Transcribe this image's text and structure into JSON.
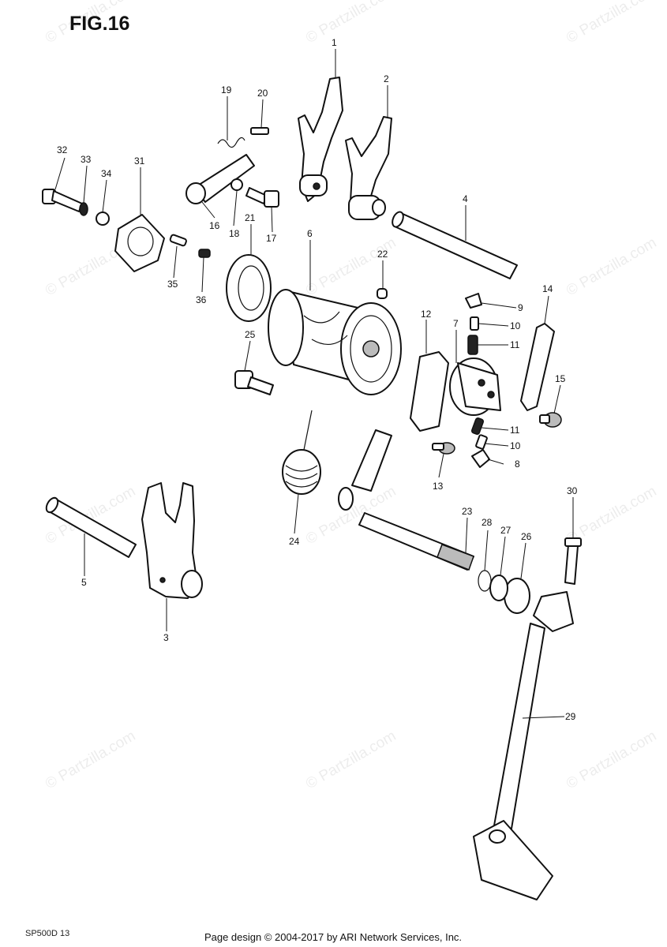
{
  "figure": {
    "title": "FIG.16",
    "code": "SP500D 13"
  },
  "footer": "Page design © 2004-2017 by ARI Network Services, Inc.",
  "watermark": "© Partzilla.com",
  "callouts": [
    "1",
    "2",
    "3",
    "4",
    "5",
    "6",
    "7",
    "8",
    "9",
    "10",
    "10",
    "11",
    "11",
    "12",
    "13",
    "14",
    "15",
    "16",
    "17",
    "18",
    "19",
    "20",
    "21",
    "22",
    "23",
    "24",
    "25",
    "26",
    "27",
    "28",
    "29",
    "30",
    "31",
    "32",
    "33",
    "34",
    "35",
    "36"
  ]
}
